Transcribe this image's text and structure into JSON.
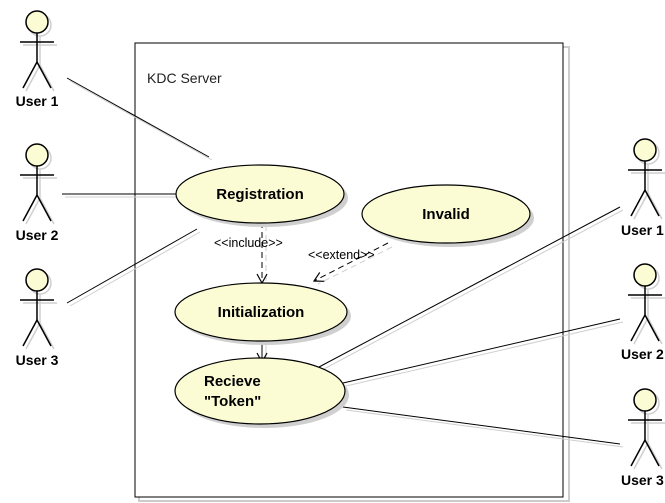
{
  "system": {
    "title": "KDC Server"
  },
  "actors": {
    "left": [
      "User 1",
      "User 2",
      "User 3"
    ],
    "right": [
      "User 1",
      "User 2",
      "User 3"
    ]
  },
  "use_cases": {
    "registration": "Registration",
    "invalid": "Invalid",
    "initialization": "Initialization",
    "receive_token_line1": "Recieve",
    "receive_token_line2": "\"Token\""
  },
  "relations": {
    "include": "<<include>>",
    "extend": "<<extend>>"
  },
  "colors": {
    "actor_head_fill": "#fcfcd4",
    "usecase_fill": "#fcfcd4",
    "line": "#000000",
    "shadow": "#cfcfcf"
  }
}
